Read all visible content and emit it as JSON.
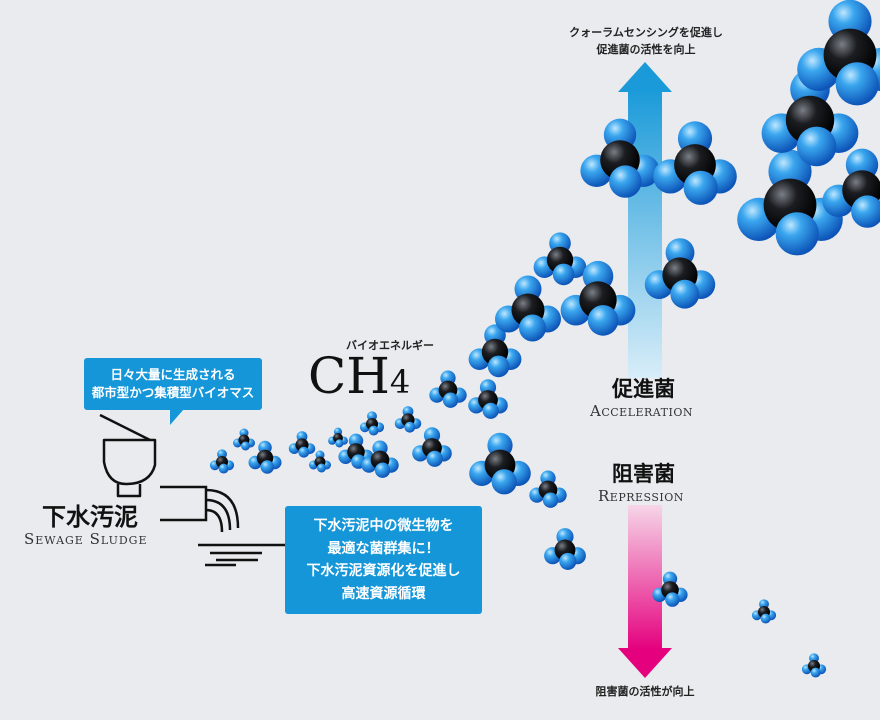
{
  "callout_top": {
    "line1": "日々大量に生成される",
    "line2": "都市型かつ集積型バイオマス"
  },
  "callout_main": {
    "line1": "下水汚泥中の微生物を",
    "line2": "最適な菌群集に！",
    "line3": "下水汚泥資源化を促進し",
    "line4": "高速資源循環"
  },
  "sewage": {
    "jp": "下水汚泥",
    "en": "Sewage Sludge"
  },
  "biogas": {
    "ruby": "バイオエネルギー",
    "formula_main": "CH",
    "formula_sub": "4"
  },
  "acceleration": {
    "note_line1": "クォーラムセンシングを促進し",
    "note_line2": "促進菌の活性を向上",
    "jp": "促進菌",
    "en": "Acceleration",
    "color": "#1a9ad9"
  },
  "repression": {
    "jp": "阻害菌",
    "en": "Repression",
    "note": "阻害菌の活性が向上",
    "color": "#e5007e"
  },
  "icons": [
    "toilet-icon",
    "drain-pipe-icon",
    "methane-molecule-icon"
  ]
}
